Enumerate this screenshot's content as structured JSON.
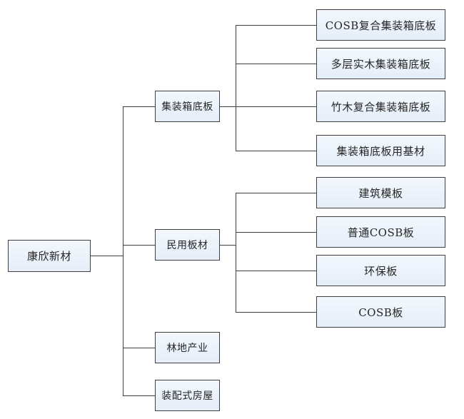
{
  "diagram": {
    "root": {
      "label": "康欣新材"
    },
    "branches": [
      {
        "label": "集装箱底板",
        "children": [
          "COSB复合集装箱底板",
          "多层实木集装箱底板",
          "竹木复合集装箱底板",
          "集装箱底板用基材"
        ]
      },
      {
        "label": "民用板材",
        "children": [
          "建筑模板",
          "普通COSB板",
          "环保板",
          "COSB板"
        ]
      },
      {
        "label": "林地产业",
        "children": []
      },
      {
        "label": "装配式房屋",
        "children": []
      }
    ],
    "colors": {
      "box_fill": "#e9f0fa",
      "box_border": "#3f3f3f",
      "connector": "#3f3f3f",
      "text": "#262626",
      "background": "#ffffff"
    }
  }
}
